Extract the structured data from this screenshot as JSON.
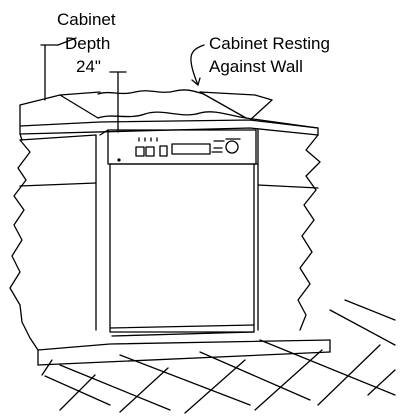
{
  "callouts": {
    "cabinet_depth": {
      "line1": "Cabinet",
      "line2": "Depth",
      "line3": "24\""
    },
    "cabinet_wall": {
      "line1": "Cabinet Resting",
      "line2": "Against Wall"
    }
  },
  "line_color": "#000000",
  "background_color": "#ffffff"
}
